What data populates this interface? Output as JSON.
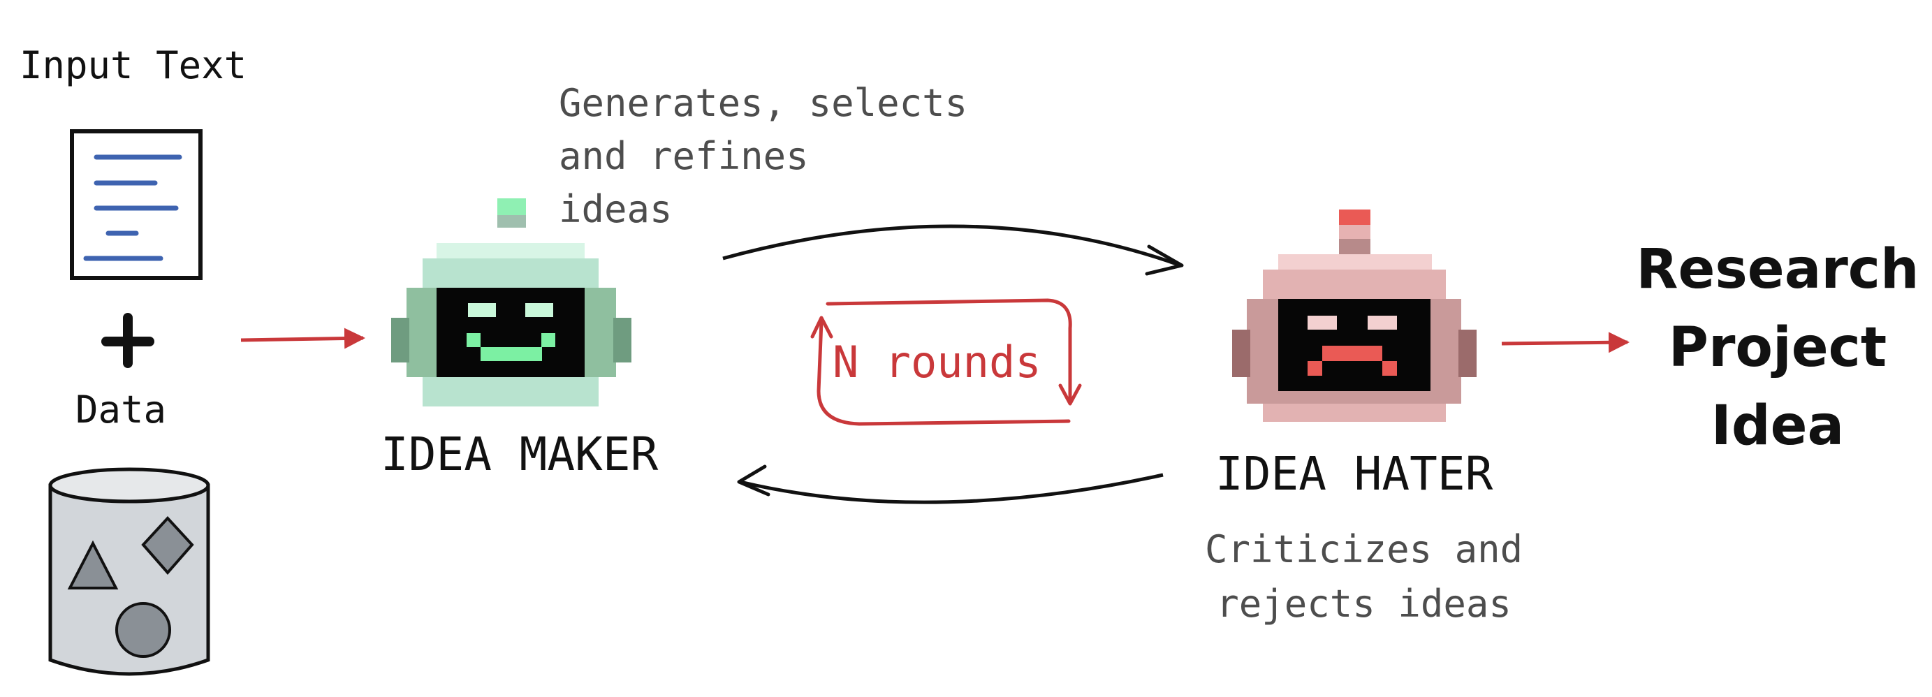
{
  "inputs": {
    "input_text_label": "Input Text",
    "plus_symbol": "+",
    "data_label": "Data"
  },
  "idea_maker": {
    "label": "IDEA MAKER",
    "note_lines": [
      "Generates, selects",
      "and refines",
      "ideas"
    ]
  },
  "idea_hater": {
    "label": "IDEA HATER",
    "note_lines": [
      "Criticizes and",
      "rejects ideas"
    ]
  },
  "loop": {
    "label": "N rounds"
  },
  "output": {
    "lines": [
      "Research",
      "Project",
      "Idea"
    ]
  },
  "colors": {
    "arrow_red": "#c9383a",
    "ink": "#111111",
    "note_gray": "#4d4d4d",
    "doc_lines_blue": "#3e63b0",
    "maker_green": "#b8e3cf",
    "maker_dark_green": "#6f9c80",
    "maker_face": "#7cf0a3",
    "hater_pink": "#e2b2b2",
    "hater_dark": "#9b6b6b",
    "hater_face": "#ea5a55",
    "cylinder_fill": "#d2d6da",
    "shape_fill": "#8a9096"
  },
  "icons": [
    "document-icon",
    "plus-icon",
    "database-cylinder-icon",
    "robot-maker-icon",
    "robot-hater-icon"
  ]
}
